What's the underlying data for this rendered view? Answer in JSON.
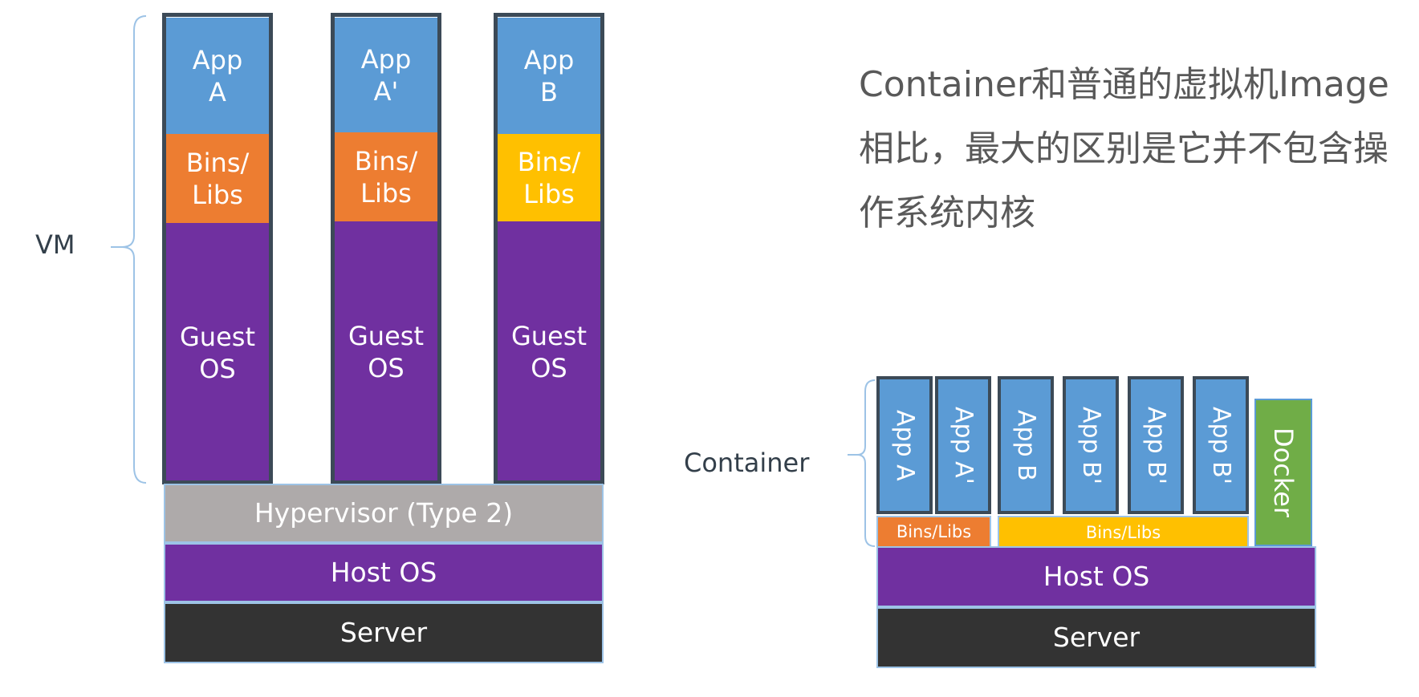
{
  "description": "Container和普通的虚拟机Image相比，最大的区别是它并不包含操作系统内核",
  "vm_diagram": {
    "label": "VM",
    "columns": [
      {
        "app": "App\nA",
        "bins": "Bins/\nLibs",
        "guest": "Guest\nOS"
      },
      {
        "app": "App\nA'",
        "bins": "Bins/\nLibs",
        "guest": "Guest\nOS"
      },
      {
        "app": "App\nB",
        "bins": "Bins/\nLibs",
        "guest": "Guest\nOS"
      }
    ],
    "hypervisor": "Hypervisor (Type 2)",
    "host_os": "Host OS",
    "server": "Server"
  },
  "container_diagram": {
    "label": "Container",
    "apps": [
      "App A",
      "App A'",
      "App B",
      "App B'",
      "App B'",
      "App B'"
    ],
    "bins_a": "Bins/Libs",
    "bins_b": "Bins/Libs",
    "docker": "Docker",
    "host_os": "Host OS",
    "server": "Server"
  },
  "colors": {
    "app": "#5b9bd5",
    "bins_orange": "#ed7d31",
    "bins_yellow": "#ffc000",
    "os_purple": "#7030a0",
    "hypervisor": "#aeaaaa",
    "server": "#333333",
    "docker": "#70ad47",
    "frame": "#3c4a57",
    "brace": "#9dc3e6"
  }
}
